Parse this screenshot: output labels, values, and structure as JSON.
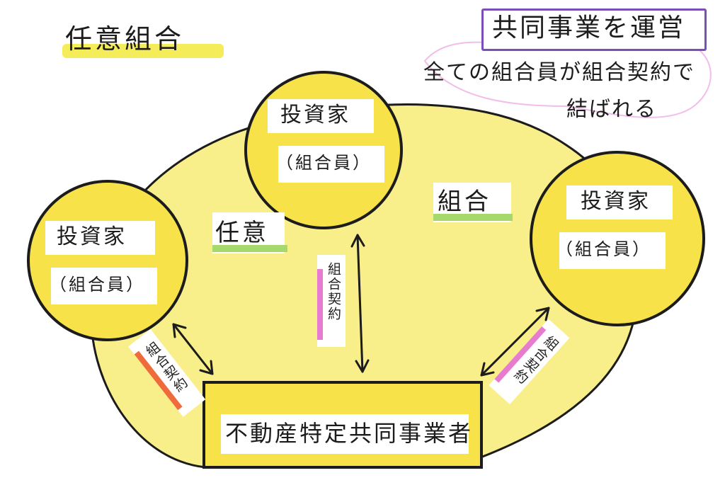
{
  "title": "任意組合",
  "top_box": "共同事業を運営",
  "note_lines": [
    "全ての組合員が組合契約で",
    "結ばれる"
  ],
  "investors": [
    {
      "name": "投資家",
      "role": "（組合員）"
    },
    {
      "name": "投資家",
      "role": "（組合員）"
    },
    {
      "name": "投資家",
      "role": "（組合員）"
    }
  ],
  "union_words": [
    "任意",
    "組合"
  ],
  "contract_label": "組合契約",
  "operator": "不動産特定共同事業者",
  "colors": {
    "yellow": "#f7e24a",
    "yellow_light": "#f9ef8a",
    "outline": "#1c1c1c",
    "purple": "#7c4fb8",
    "green": "#a7d86b",
    "pink": "#e77bcf",
    "orange": "#ef6b3b"
  }
}
